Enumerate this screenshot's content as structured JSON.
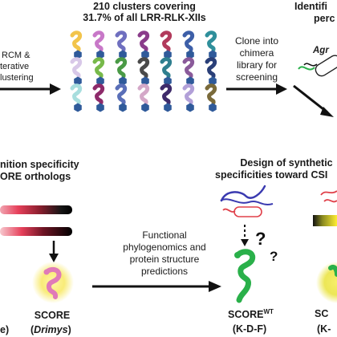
{
  "top": {
    "left_process": [
      "RCM &",
      "terative",
      "lustering"
    ],
    "clusters_title": [
      "210 clusters covering",
      "31.7% of all LRR-RLK-XIIs"
    ],
    "clone_text": [
      "Clone into",
      "chimera",
      "library for",
      "screening"
    ],
    "right_title": [
      "Identifi",
      "perc"
    ],
    "agro_label": "Agr"
  },
  "bottom": {
    "left_heading": [
      "nition specificity",
      "ORE orthologs"
    ],
    "center_text": [
      "Functional",
      "phylogenomics and",
      "protein structure",
      "predictions"
    ],
    "right_heading": [
      "Design of synthetic",
      "specificities toward CSI"
    ],
    "score_drimys": {
      "name": "SCORE",
      "species": "Drimys",
      "prefix": "e)"
    },
    "score_wt": {
      "name": "SCORE",
      "sup": "WT",
      "motif": "(K-D-F)"
    },
    "score_edge": {
      "name": "SC",
      "motif": "(K-"
    }
  },
  "cluster_colors": [
    "#f2c44b",
    "#c878c8",
    "#6f6fbf",
    "#8a3c8a",
    "#b23a5c",
    "#3d5fa8",
    "#2f8f9b",
    "#d8c8e8",
    "#77b94a",
    "#4a9a46",
    "#4a4a4a",
    "#2f7f8f",
    "#8a5a9a",
    "#2a3f78",
    "#a8dede",
    "#8d2a6a",
    "#5a6fb8",
    "#d4a8c8",
    "#3e2a6a",
    "#b2a0d8",
    "#7a6a3a"
  ],
  "colors": {
    "base": "#2f5a9a",
    "score_pink": "#e07ab8",
    "score_green": "#2ab04a",
    "glow_yellow": "#f5e94a",
    "arrow": "#111111"
  }
}
